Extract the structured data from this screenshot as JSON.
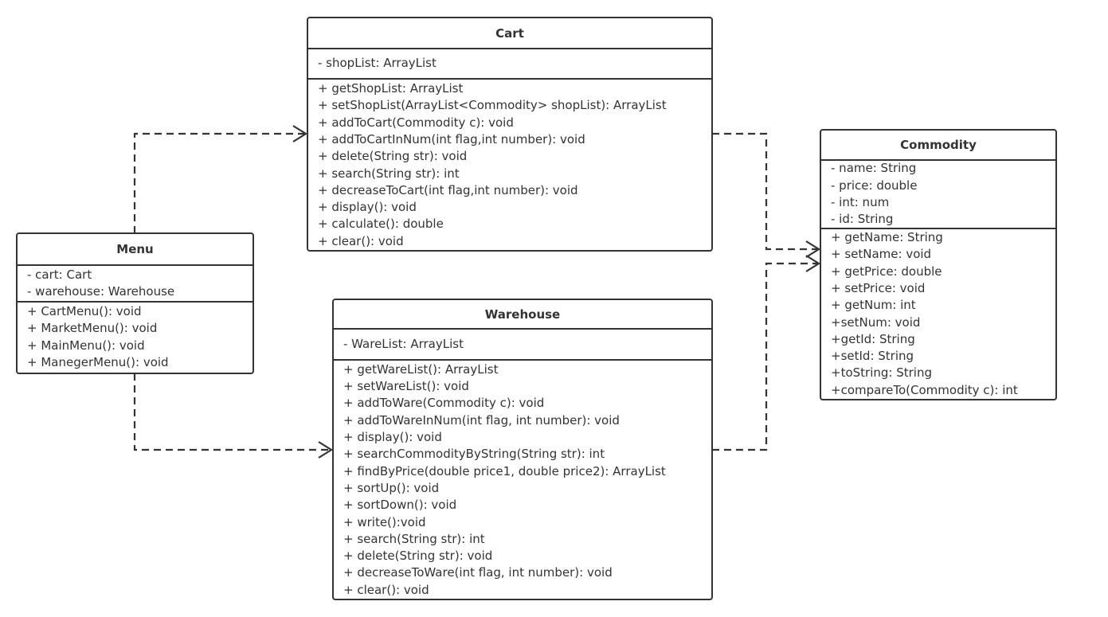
{
  "classes": {
    "cart": {
      "name": "Cart",
      "attributes": [
        "- shopList: ArrayList"
      ],
      "methods": [
        "+ getShopList: ArrayList",
        "+ setShopList(ArrayList<Commodity> shopList): ArrayList",
        "+ addToCart(Commodity c): void",
        "+ addToCartInNum(int flag,int number): void",
        "+ delete(String str): void",
        "+ search(String str): int",
        "+ decreaseToCart(int flag,int number): void",
        "+ display(): void",
        "+ calculate(): double",
        "+ clear(): void"
      ]
    },
    "commodity": {
      "name": "Commodity",
      "attributes": [
        "- name: String",
        "- price: double",
        "- int: num",
        "- id: String"
      ],
      "methods": [
        "+ getName: String",
        "+ setName: void",
        "+ getPrice: double",
        "+ setPrice: void",
        "+ getNum: int",
        "+setNum: void",
        "+getId: String",
        "+setId: String",
        "+toString: String",
        "+compareTo(Commodity c): int"
      ]
    },
    "menu": {
      "name": "Menu",
      "attributes": [
        "- cart: Cart",
        "- warehouse: Warehouse"
      ],
      "methods": [
        "+ CartMenu(): void",
        "+ MarketMenu(): void",
        "+ MainMenu(): void",
        "+ ManegerMenu(): void"
      ]
    },
    "warehouse": {
      "name": "Warehouse",
      "attributes": [
        "- WareList: ArrayList"
      ],
      "methods": [
        "+ getWareList(): ArrayList",
        "+ setWareList(): void",
        "+ addToWare(Commodity c): void",
        "+ addToWareInNum(int flag, int number): void",
        "+ display(): void",
        "+ searchCommodityByString(String str): int",
        "+ findByPrice(double price1, double price2): ArrayList",
        "+ sortUp(): void",
        "+ sortDown(): void",
        "+ write():void",
        "+ search(String str): int",
        "+ delete(String str): void",
        "+ decreaseToWare(int flag, int number): void",
        "+ clear(): void"
      ]
    }
  },
  "relations": [
    {
      "from": "Menu",
      "to": "Cart",
      "type": "dependency"
    },
    {
      "from": "Menu",
      "to": "Warehouse",
      "type": "dependency"
    },
    {
      "from": "Cart",
      "to": "Commodity",
      "type": "dependency"
    },
    {
      "from": "Warehouse",
      "to": "Commodity",
      "type": "dependency"
    }
  ],
  "colors": {
    "line": "#333333",
    "background": "#ffffff"
  }
}
